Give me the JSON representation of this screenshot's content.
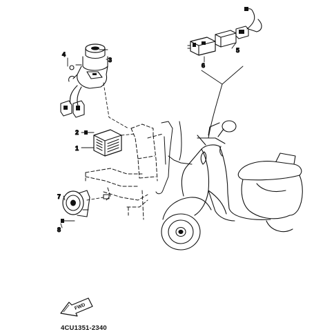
{
  "diagram": {
    "callouts": [
      "1",
      "2",
      "3",
      "4",
      "5",
      "6",
      "7",
      "8"
    ],
    "fwd_label": "FWD",
    "drawing_code": "4CU1351-2340"
  },
  "icons": [
    "main-switch-icon",
    "rectifier-regulator-icon",
    "horn-icon",
    "relay-icon",
    "scooter-icon",
    "frame-icon",
    "fwd-arrow-icon"
  ],
  "colors": {
    "ink": "#111111",
    "paper": "#ffffff"
  }
}
